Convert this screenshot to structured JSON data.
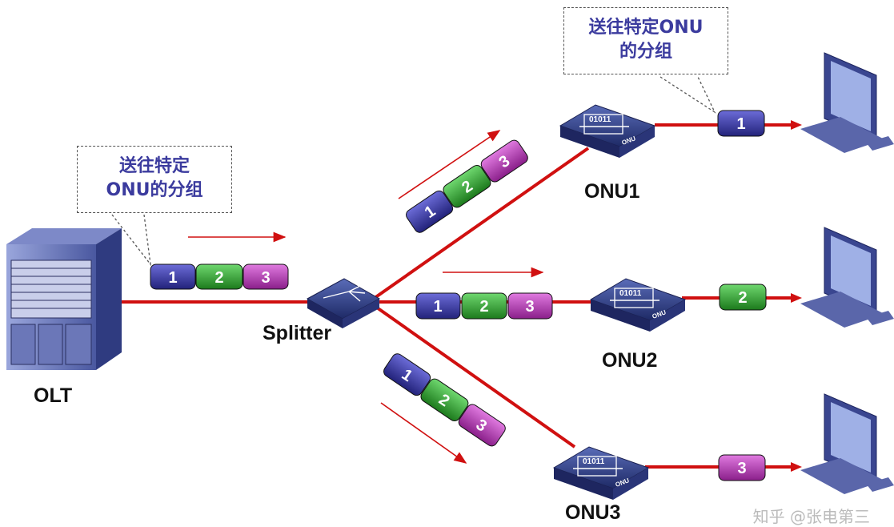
{
  "callout_olt": {
    "line1": "送往特定",
    "line2": "ONU的分组"
  },
  "callout_onu": {
    "line1": "送往特定ONU",
    "line2": "的分组"
  },
  "labels": {
    "olt": "OLT",
    "splitter": "Splitter",
    "onu1": "ONU1",
    "onu2": "ONU2",
    "onu3": "ONU3"
  },
  "onu_device_text": {
    "bits": "01011",
    "tag": "ONU"
  },
  "packets": {
    "p1": "1",
    "p2": "2",
    "p3": "3"
  },
  "watermark": "知乎 @张电第三",
  "colors": {
    "fiber": "#d01010",
    "packet1": "#3a3aa0",
    "packet2": "#2fa02f",
    "packet3": "#b43cb4",
    "device": "#33428a",
    "callout_text": "#3b3b9e"
  }
}
